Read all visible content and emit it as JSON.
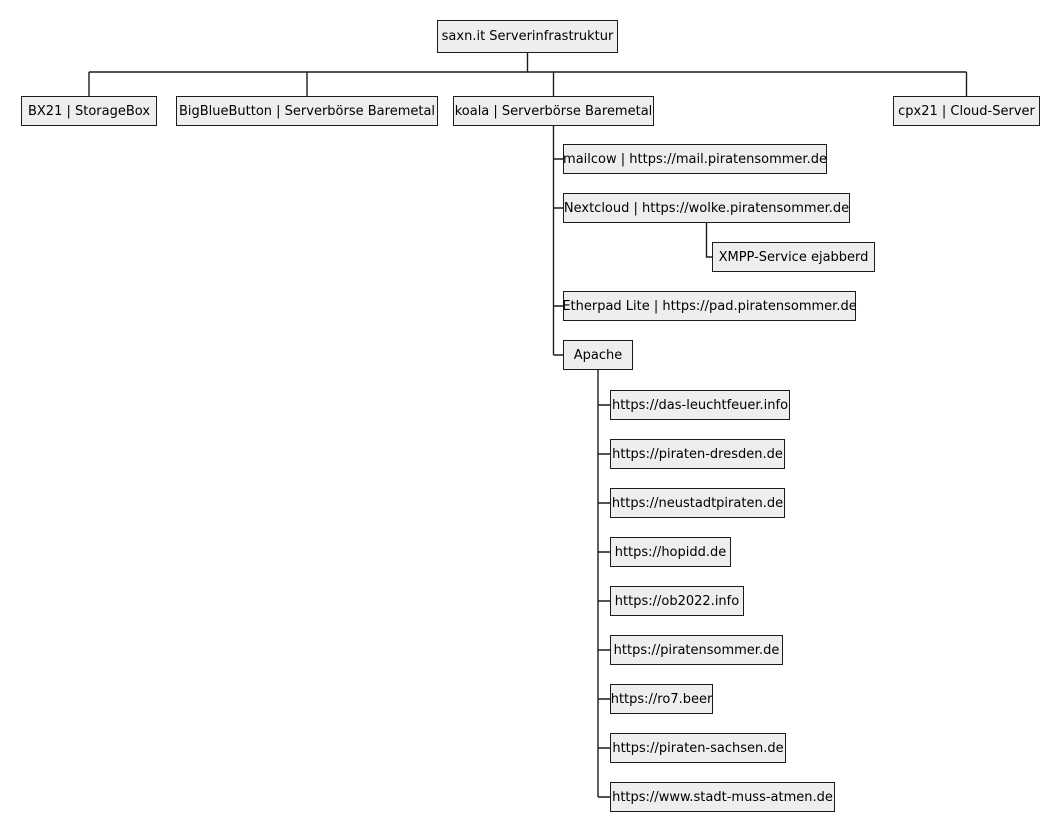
{
  "diagram": {
    "root": {
      "label": "saxn.it Serverinfrastruktur"
    },
    "servers": [
      {
        "label": "BX21 | StorageBox"
      },
      {
        "label": "BigBlueButton | Serverbörse Baremetal"
      },
      {
        "label": "koala | Serverbörse Baremetal",
        "children": [
          {
            "label": "mailcow | https://mail.piratensommer.de"
          },
          {
            "label": "Nextcloud | https://wolke.piratensommer.de",
            "children": [
              {
                "label": "XMPP-Service ejabberd"
              }
            ]
          },
          {
            "label": "Etherpad Lite | https://pad.piratensommer.de"
          },
          {
            "label": "Apache",
            "children": [
              {
                "label": "https://das-leuchtfeuer.info"
              },
              {
                "label": "https://piraten-dresden.de"
              },
              {
                "label": "https://neustadtpiraten.de"
              },
              {
                "label": "https://hopidd.de"
              },
              {
                "label": "https://ob2022.info"
              },
              {
                "label": "https://piratensommer.de"
              },
              {
                "label": "https://ro7.beer"
              },
              {
                "label": "https://piraten-sachsen.de"
              },
              {
                "label": "https://www.stadt-muss-atmen.de"
              }
            ]
          }
        ]
      },
      {
        "label": "cpx21 | Cloud-Server"
      }
    ],
    "colors": {
      "background": "#ffffff",
      "node_fill": "#eeeeee",
      "node_border": "#1c1c1c",
      "connector_line": "#1c1c1c"
    }
  }
}
